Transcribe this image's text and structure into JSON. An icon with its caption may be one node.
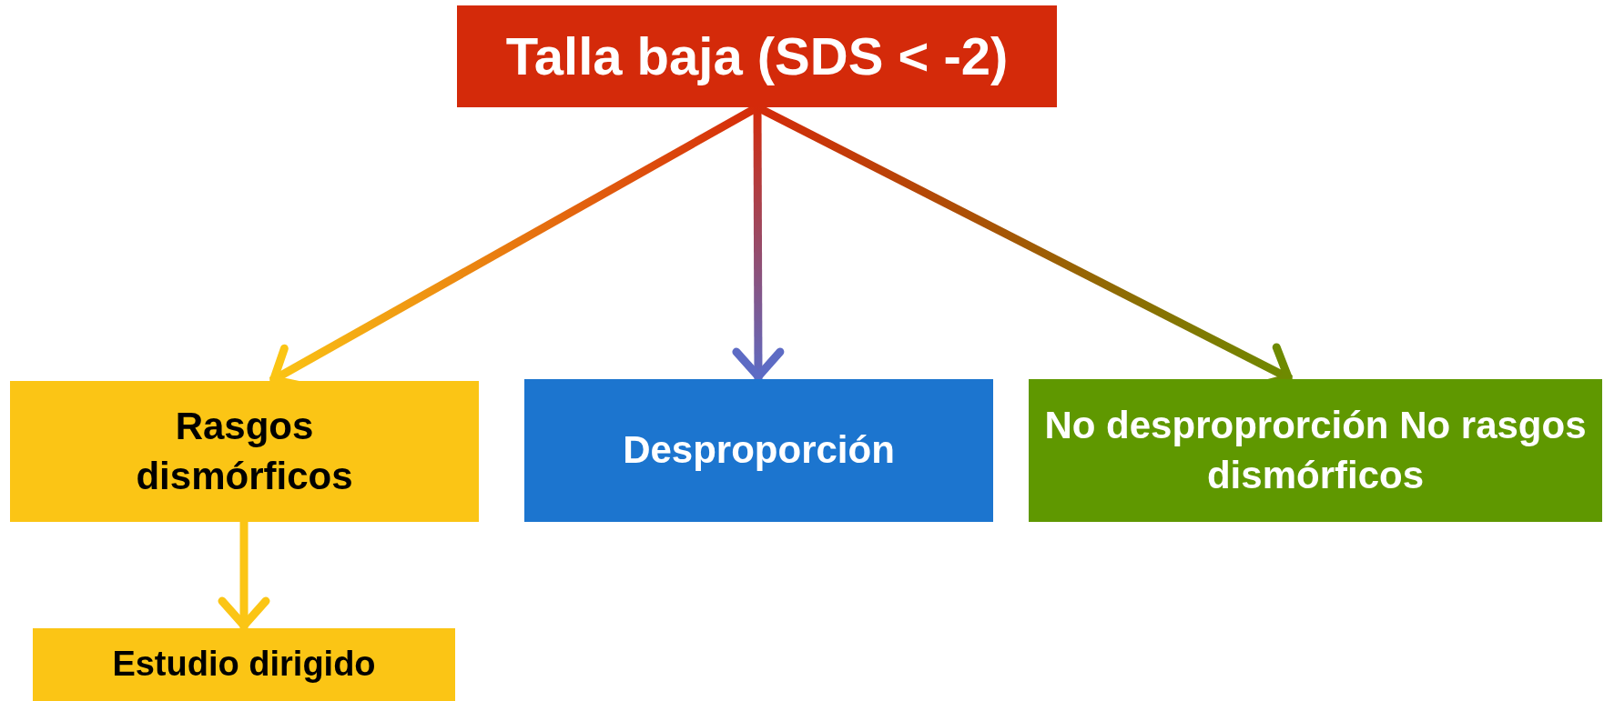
{
  "diagram": {
    "nodes": [
      {
        "text": [
          "Talla baja (SDS < -2)"
        ]
      },
      {
        "text": [
          "Rasgos dismórficos"
        ]
      },
      {
        "text": [
          "Desproporción"
        ]
      },
      {
        "text": [
          "No desproprorción No rasgos dismórficos"
        ]
      },
      {
        "text": [
          "Estudio dirigido"
        ]
      }
    ],
    "edges": [
      {
        "from": 0,
        "to": 1,
        "arrow": "to"
      },
      {
        "from": 0,
        "to": 2,
        "arrow": "to"
      },
      {
        "from": 0,
        "to": 3,
        "arrow": "to"
      },
      {
        "from": 1,
        "to": 4,
        "arrow": "to"
      }
    ]
  }
}
